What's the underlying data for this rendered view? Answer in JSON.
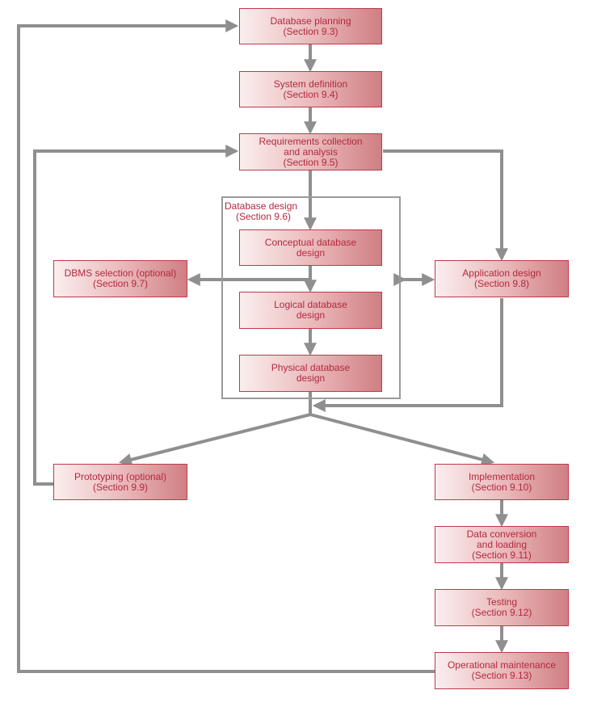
{
  "nodes": {
    "planning": {
      "title": "Database planning",
      "section": "(Section 9.3)"
    },
    "system": {
      "title": "System definition",
      "section": "(Section 9.4)"
    },
    "requirements": {
      "title_line1": "Requirements collection",
      "title_line2": "and analysis",
      "section": "(Section 9.5)"
    },
    "conceptual": {
      "title_line1": "Conceptual database",
      "title_line2": "design"
    },
    "logical": {
      "title_line1": "Logical database",
      "title_line2": "design"
    },
    "physical": {
      "title_line1": "Physical database",
      "title_line2": "design"
    },
    "dbms": {
      "title": "DBMS selection (optional)",
      "section": "(Section 9.7)"
    },
    "application": {
      "title": "Application design",
      "section": "(Section 9.8)"
    },
    "prototyping": {
      "title": "Prototyping (optional)",
      "section": "(Section 9.9)"
    },
    "implementation": {
      "title": "Implementation",
      "section": "(Section 9.10)"
    },
    "conversion": {
      "title_line1": "Data conversion",
      "title_line2": "and loading",
      "section": "(Section 9.11)"
    },
    "testing": {
      "title": "Testing",
      "section": "(Section 9.12)"
    },
    "maintenance": {
      "title": "Operational maintenance",
      "section": "(Section 9.13)"
    }
  },
  "group": {
    "title": "Database design",
    "section": "(Section 9.6)"
  },
  "colors": {
    "box_border": "#c0394b",
    "text": "#b3283e",
    "arrow": "#8f8f8f",
    "frame": "#9a9a9a"
  }
}
